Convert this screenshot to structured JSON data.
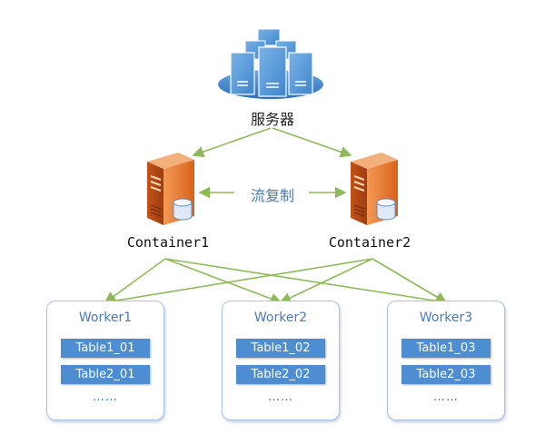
{
  "server": {
    "label": "服务器"
  },
  "replication": {
    "label": "流复制"
  },
  "containers": [
    {
      "label": "Container1"
    },
    {
      "label": "Container2"
    }
  ],
  "workers": [
    {
      "title": "Worker1",
      "tables": [
        "Table1_01",
        "Table2_01"
      ],
      "more": "……"
    },
    {
      "title": "Worker2",
      "tables": [
        "Table1_02",
        "Table2_02"
      ],
      "more": "……"
    },
    {
      "title": "Worker3",
      "tables": [
        "Table1_03",
        "Table2_03"
      ],
      "more": "……"
    }
  ],
  "colors": {
    "connector": "#8fba5a",
    "worker_border": "#a9c4e4",
    "table_fill": "#4d8dd2",
    "server_blue": "#5b9bd5",
    "container_orange": "#e8762b",
    "label_blue": "#4a7ab8"
  },
  "icons": {
    "server": "server-cluster-icon",
    "container": "tower-server-icon"
  }
}
